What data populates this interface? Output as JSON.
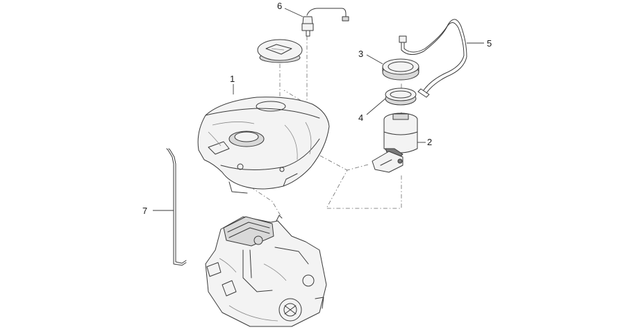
{
  "callouts": [
    {
      "id": "tank",
      "label": "1"
    },
    {
      "id": "pump",
      "label": "2"
    },
    {
      "id": "ring-nut",
      "label": "3"
    },
    {
      "id": "seal",
      "label": "4"
    },
    {
      "id": "fuel-hose",
      "label": "5"
    },
    {
      "id": "sensor",
      "label": "6"
    },
    {
      "id": "rod",
      "label": "7"
    }
  ],
  "colors": {
    "line": "#3a3a3a",
    "background": "#ffffff"
  }
}
